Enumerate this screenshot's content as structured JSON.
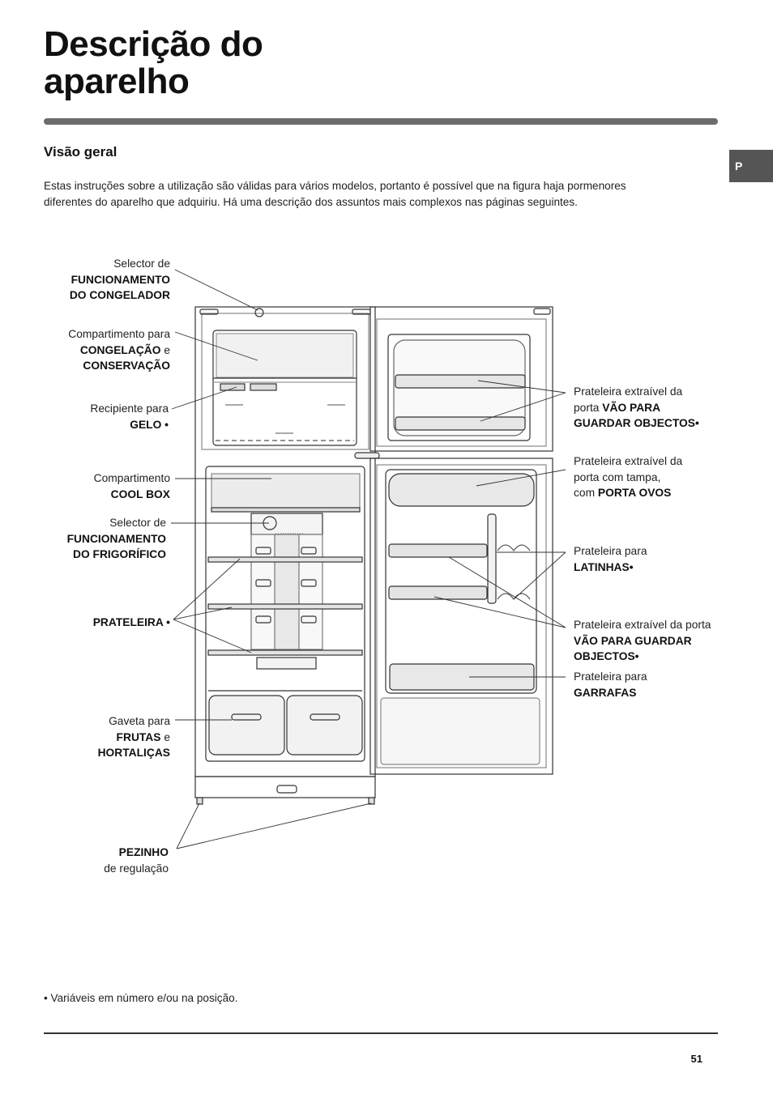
{
  "header": {
    "title_line1": "Descrição do",
    "title_line2": "aparelho",
    "language_tab": "P"
  },
  "section": {
    "heading": "Visão geral",
    "intro_line1": "Estas instruções sobre a utilização são válidas para vários modelos, portanto é possível que na figura haja pormenores",
    "intro_line2": "diferentes do aparelho que adquiriu. Há uma descrição dos assuntos mais complexos nas páginas seguintes."
  },
  "labels": {
    "freezer_selector": {
      "line1": "Selector de",
      "line2": "FUNCIONAMENTO",
      "line3": "DO CONGELADOR"
    },
    "freezer_compartment": {
      "line1": "Compartimento para",
      "line2_bold": "CONGELAÇÃO",
      "line2_rest": " e",
      "line3": "CONSERVAÇÃO"
    },
    "ice_tray": {
      "line1": "Recipiente para",
      "line2": "GELO •"
    },
    "cool_box": {
      "line1": "Compartimento",
      "line2": "COOL BOX"
    },
    "fridge_selector": {
      "line1": "Selector de",
      "line2": "FUNCIONAMENTO",
      "line3": "DO FRIGORÍFICO"
    },
    "shelf": {
      "line1": "PRATELEIRA •"
    },
    "crisper": {
      "line1": "Gaveta para",
      "line2_bold": "FRUTAS",
      "line2_rest": " e",
      "line3": "HORTALIÇAS"
    },
    "feet": {
      "line1": "PEZINHO",
      "line2": "de regulação"
    },
    "freezer_door_shelf": {
      "line1": "Prateleira extraível da",
      "line2_rest": "porta ",
      "line2_bold": "VÃO PARA",
      "line3": "GUARDAR OBJECTOS•"
    },
    "egg_shelf": {
      "line1": "Prateleira extraível da",
      "line2": "porta com tampa,",
      "line3_rest": "com ",
      "line3_bold": "PORTA OVOS"
    },
    "can_shelf": {
      "line1": "Prateleira para",
      "line2": "LATINHAS•"
    },
    "fridge_door_shelf": {
      "line1": "Prateleira extraível da porta",
      "line2": "VÃO PARA GUARDAR",
      "line3": "OBJECTOS•"
    },
    "bottle_shelf": {
      "line1": "Prateleira para",
      "line2": "GARRAFAS"
    }
  },
  "footer": {
    "footnote": "• Variáveis em número e/ou na posição.",
    "page_number": "51"
  }
}
